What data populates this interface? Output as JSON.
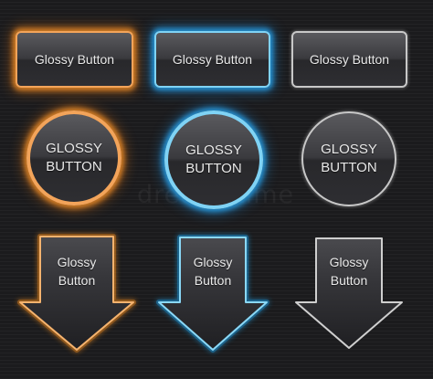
{
  "rectangular_buttons": [
    {
      "label": "Glossy Button",
      "glow": "#f08a24"
    },
    {
      "label": "Glossy Button",
      "glow": "#2aa6e8"
    },
    {
      "label": "Glossy Button",
      "glow": "#c8c8c8"
    }
  ],
  "round_buttons": [
    {
      "line1": "GLOSSY",
      "line2": "BUTTON",
      "glow": "#f08a24"
    },
    {
      "line1": "GLOSSY",
      "line2": "BUTTON",
      "glow": "#2aa6e8"
    },
    {
      "line1": "GLOSSY",
      "line2": "BUTTON",
      "glow": "#c8c8c8"
    }
  ],
  "arrow_buttons": [
    {
      "line1": "Glossy",
      "line2": "Button",
      "glow": "#f08a24"
    },
    {
      "line1": "Glossy",
      "line2": "Button",
      "glow": "#2aa6e8"
    },
    {
      "line1": "Glossy",
      "line2": "Button",
      "glow": "#c8c8c8"
    }
  ],
  "watermark": "dreamstime"
}
